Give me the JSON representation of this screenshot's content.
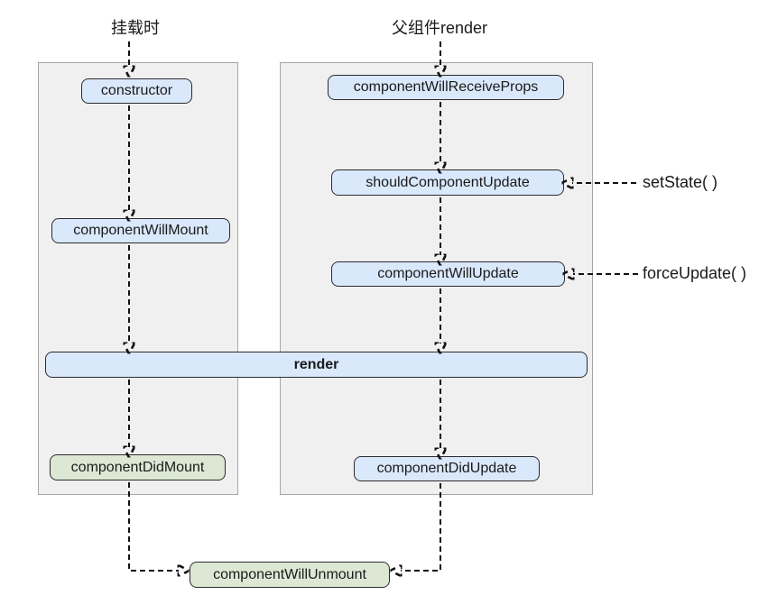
{
  "diagram": {
    "title_left_flow": "挂载时",
    "title_right_flow": "父组件render",
    "side_triggers": {
      "set_state": "setState( )",
      "force_update": "forceUpdate( )"
    },
    "nodes": {
      "constructor": {
        "label": "constructor",
        "color": "blue"
      },
      "componentWillMount": {
        "label": "componentWillMount",
        "color": "blue"
      },
      "render": {
        "label": "render",
        "color": "blue"
      },
      "componentDidMount": {
        "label": "componentDidMount",
        "color": "green"
      },
      "componentWillReceiveProps": {
        "label": "componentWillReceiveProps",
        "color": "blue"
      },
      "shouldComponentUpdate": {
        "label": "shouldComponentUpdate",
        "color": "blue"
      },
      "componentWillUpdate": {
        "label": "componentWillUpdate",
        "color": "blue"
      },
      "componentDidUpdate": {
        "label": "componentDidUpdate",
        "color": "blue"
      },
      "componentWillUnmount": {
        "label": "componentWillUnmount",
        "color": "green"
      }
    },
    "edges": [
      "挂载时 -> constructor",
      "constructor -> componentWillMount",
      "componentWillMount -> render",
      "render -> componentDidMount",
      "componentDidMount -> componentWillUnmount",
      "父组件render -> componentWillReceiveProps",
      "componentWillReceiveProps -> shouldComponentUpdate",
      "setState( ) -> shouldComponentUpdate",
      "shouldComponentUpdate -> componentWillUpdate",
      "forceUpdate( ) -> componentWillUpdate",
      "componentWillUpdate -> render",
      "render -> componentDidUpdate",
      "componentDidUpdate -> componentWillUnmount"
    ],
    "colors": {
      "blue_fill": "#dae8fc",
      "green_fill": "#dce8d4",
      "panel_fill": "#f0f0f0",
      "panel_border": "#a6a6a6",
      "node_border": "#2b2b2b",
      "arrow": "#111111",
      "text": "#1a1a1a"
    }
  }
}
